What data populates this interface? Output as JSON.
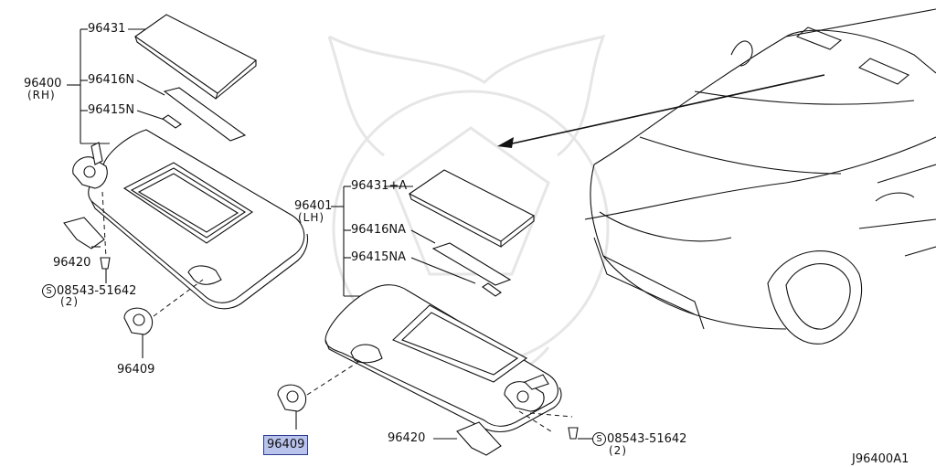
{
  "diagram": {
    "code": "J96400A1",
    "rh_group": {
      "assembly_number": "96400",
      "assembly_side": "(RH)",
      "parts": [
        "96431",
        "96416N",
        "96415N"
      ]
    },
    "lh_group": {
      "assembly_number": "96401",
      "assembly_side": "(LH)",
      "parts": [
        "96431+A",
        "96416NA",
        "96415NA"
      ]
    },
    "callouts": {
      "clip_rh": "96420",
      "clip_lh": "96420",
      "screw_rh": "08543-51642",
      "screw_rh_qty": "(2)",
      "screw_lh": "08543-51642",
      "screw_lh_qty": "(2)",
      "holder_rh": "96409",
      "holder_lh_highlighted": "96409",
      "screw_symbol": "S"
    }
  }
}
